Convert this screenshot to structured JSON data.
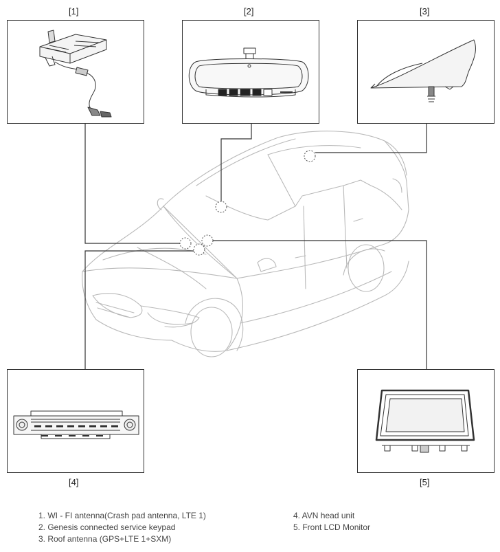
{
  "callouts": {
    "c1": "[1]",
    "c2": "[2]",
    "c3": "[3]",
    "c4": "[4]",
    "c5": "[5]"
  },
  "legend": {
    "left": [
      "1. WI - FI antenna(Crash pad antenna, LTE 1)",
      "2. Genesis connected service keypad",
      "3. Roof antenna (GPS+LTE 1+SXM)"
    ],
    "right": [
      "4. AVN head unit",
      "5. Front LCD Monitor"
    ]
  }
}
